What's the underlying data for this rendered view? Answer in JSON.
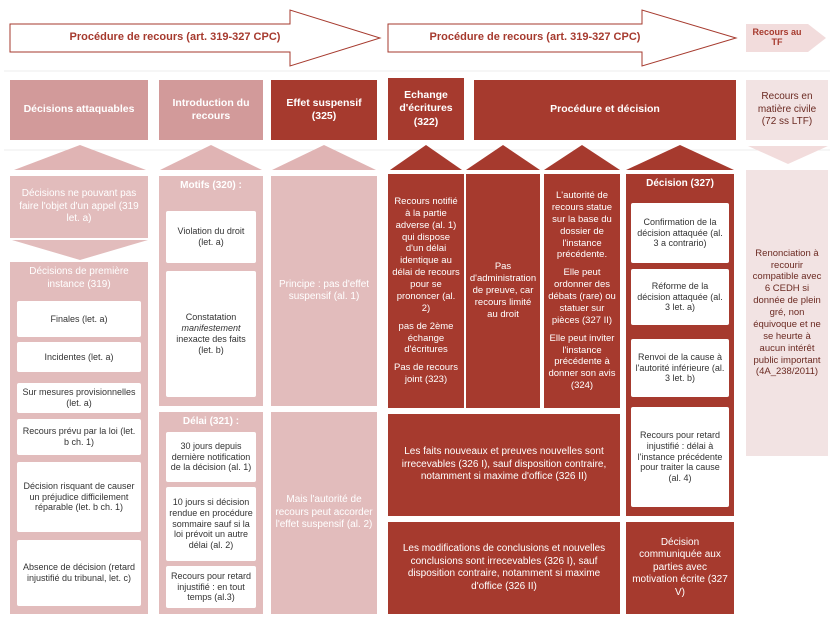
{
  "arrows": {
    "left": "Procédure de recours (art. 319-327 CPC)",
    "middle": "Procédure de recours (art. 319-327 CPC)",
    "right": "Recours au TF"
  },
  "headers": {
    "decisions": "Décisions attaquables",
    "introduction": "Introduction du recours",
    "effet": "Effet suspensif (325)",
    "echange": "Echange d'écritures (322)",
    "procedure": "Procédure et décision",
    "civile": "Recours en matière civile (72 ss LTF)"
  },
  "col1": {
    "top": "Décisions ne pouvant pas faire l'objet d'un appel (319 let. a)",
    "group": "Décisions de première instance (319)",
    "items": [
      "Finales (let. a)",
      "Incidentes (let. a)",
      "Sur mesures provisionnelles (let. a)",
      "Recours prévu par la loi (let. b ch. 1)",
      "Décision risquant de causer un préjudice difficilement réparable (let. b ch. 1)",
      "Absence de décision (retard injustifié du tribunal, let. c)"
    ]
  },
  "col2": {
    "motifs": "Motifs (320) :",
    "motif_items": [
      "Violation du droit (let. a)",
      "Constatation",
      "manifestement",
      "inexacte des faits (let. b)"
    ],
    "delai": "Délai (321) :",
    "delai_items": [
      "30 jours depuis dernière notification de la décision (al. 1)",
      "10 jours si décision rendue en procédure sommaire sauf si la loi prévoit un autre délai (al. 2)",
      "Recours pour retard injustifié : en tout temps (al.3)"
    ]
  },
  "col3": {
    "principe": "Principe : pas d'effet suspensif (al. 1)",
    "mais": "Mais l'autorité de recours peut accorder l'effet suspensif (al. 2)"
  },
  "col4": {
    "p1": "Recours notifié à la partie adverse (al. 1) qui dispose d'un délai identique au délai de recours pour se prononcer (al. 2)",
    "p2": "pas de 2ème échange d'écritures",
    "p3": "Pas de recours joint (323)"
  },
  "col5": {
    "text": "Pas d'administration de preuve, car recours limité au droit"
  },
  "col6": {
    "p1": "L'autorité de recours statue sur la base du dossier de l'instance précédente.",
    "p2": "Elle peut ordonner des débats (rare) ou statuer sur pièces (327 II)",
    "p3": "Elle peut inviter l'instance précédente à donner son avis (324)"
  },
  "decision": {
    "title": "Décision (327)",
    "items": [
      "Confirmation de la décision attaquée (al. 3 a contrario)",
      "Réforme de la décision attaquée (al. 3 let. a)",
      "Renvoi de la cause à l'autorité inférieure (al. 3 let. b)",
      "Recours pour retard injustifié : délai à l'instance précédente pour traiter la cause (al. 4)"
    ],
    "communiquee": "Décision communiquée aux parties avec motivation écrite (327 V)"
  },
  "bottom": {
    "faits": "Les faits nouveaux et preuves nouvelles sont irrecevables (326 I), sauf disposition contraire, notamment si maxime d'office (326 II)",
    "modifs": "Les modifications de conclusions et nouvelles conclusions sont irrecevables (326 I), sauf disposition contraire, notamment si maxime d'office (326 II)"
  },
  "tf": {
    "text": "Renonciation à recourir compatible avec 6 CEDH si donnée de plein gré, non équivoque et ne se heurte à aucun intérêt public important (4A_238/2011)"
  },
  "colors": {
    "dark_red": "#a63a2e",
    "pink": "#d29a9a",
    "light_pink": "#e2bcbc"
  }
}
